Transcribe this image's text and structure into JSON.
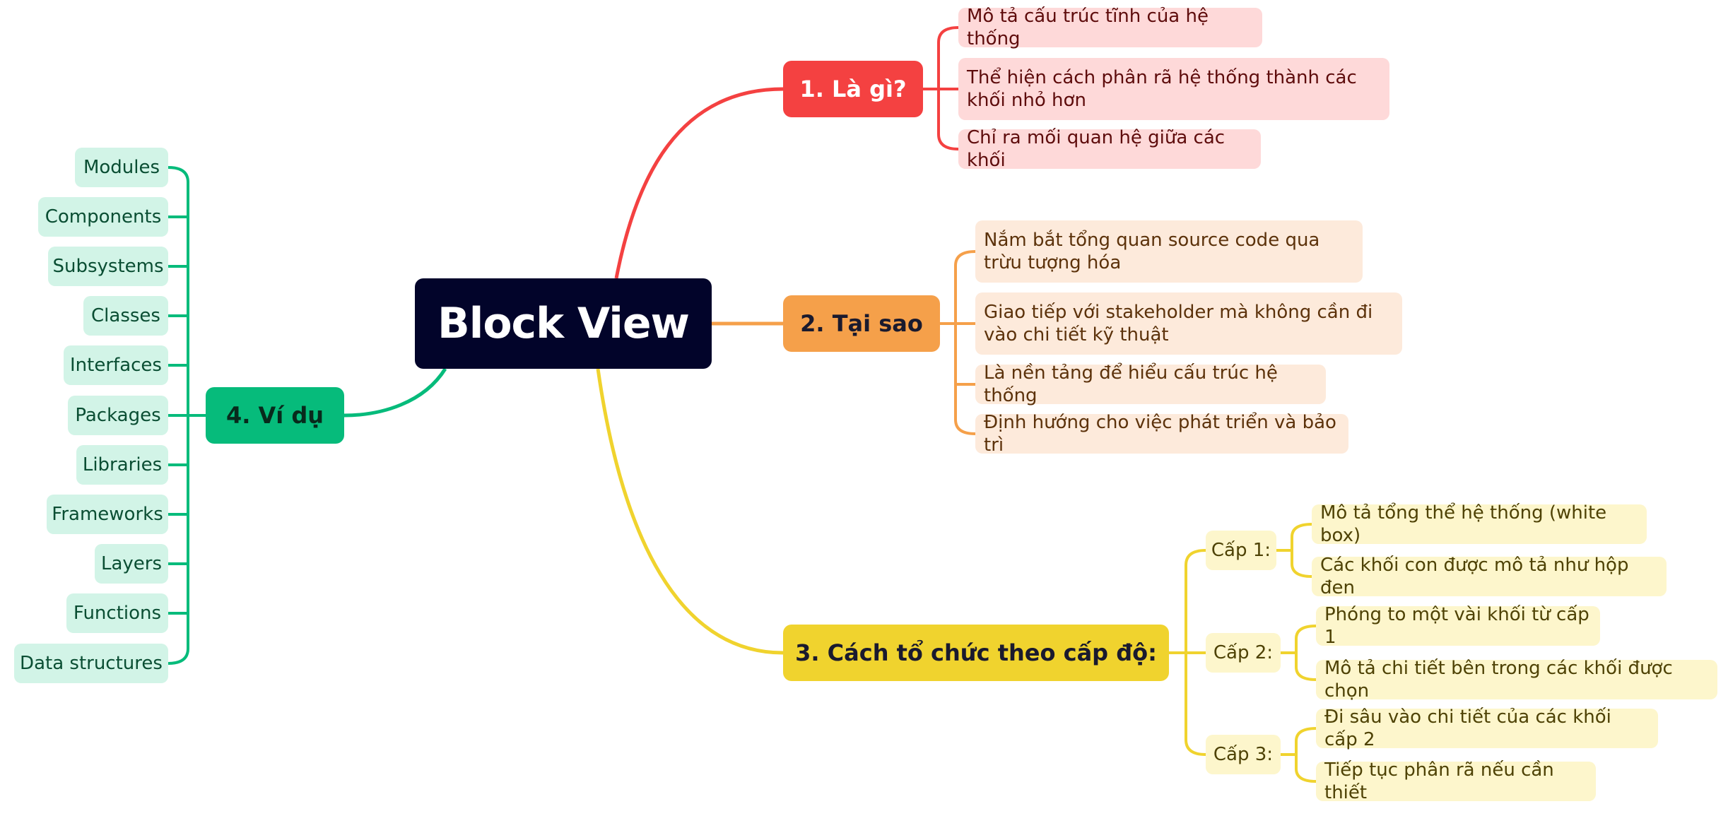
{
  "root": {
    "label": "Block View"
  },
  "colors": {
    "root": "#02042a",
    "branch_1": "#f44141",
    "branch_2": "#f5a04a",
    "branch_3": "#f0d32e",
    "branch_4": "#06bb7b"
  },
  "branches": [
    {
      "label": "1. Là gì?",
      "items": [
        "Mô tả cấu trúc tĩnh của hệ thống",
        "Thể hiện cách phân rã hệ thống thành các khối nhỏ hơn",
        "Chỉ ra mối quan hệ giữa các khối"
      ]
    },
    {
      "label": "2. Tại sao",
      "items": [
        "Nắm bắt tổng quan source code qua trừu tượng hóa",
        "Giao tiếp với stakeholder mà không cần đi vào chi tiết kỹ thuật",
        "Là nền tảng để hiểu cấu trúc hệ thống",
        "Định hướng cho việc phát triển và bảo trì"
      ]
    },
    {
      "label": "3. Cách tổ chức theo cấp độ:",
      "levels": [
        {
          "label": "Cấp 1:",
          "items": [
            "Mô tả tổng thể hệ thống (white box)",
            "Các khối con được mô tả như hộp đen"
          ]
        },
        {
          "label": "Cấp 2:",
          "items": [
            "Phóng to một vài khối từ cấp 1",
            "Mô tả chi tiết bên trong các khối được chọn"
          ]
        },
        {
          "label": "Cấp 3:",
          "items": [
            "Đi sâu vào chi tiết của các khối cấp 2",
            "Tiếp tục phân rã nếu cần thiết"
          ]
        }
      ]
    },
    {
      "label": "4. Ví dụ",
      "items": [
        "Modules",
        "Components",
        "Subsystems",
        "Classes",
        "Interfaces",
        "Packages",
        "Libraries",
        "Frameworks",
        "Layers",
        "Functions",
        "Data structures"
      ]
    }
  ]
}
